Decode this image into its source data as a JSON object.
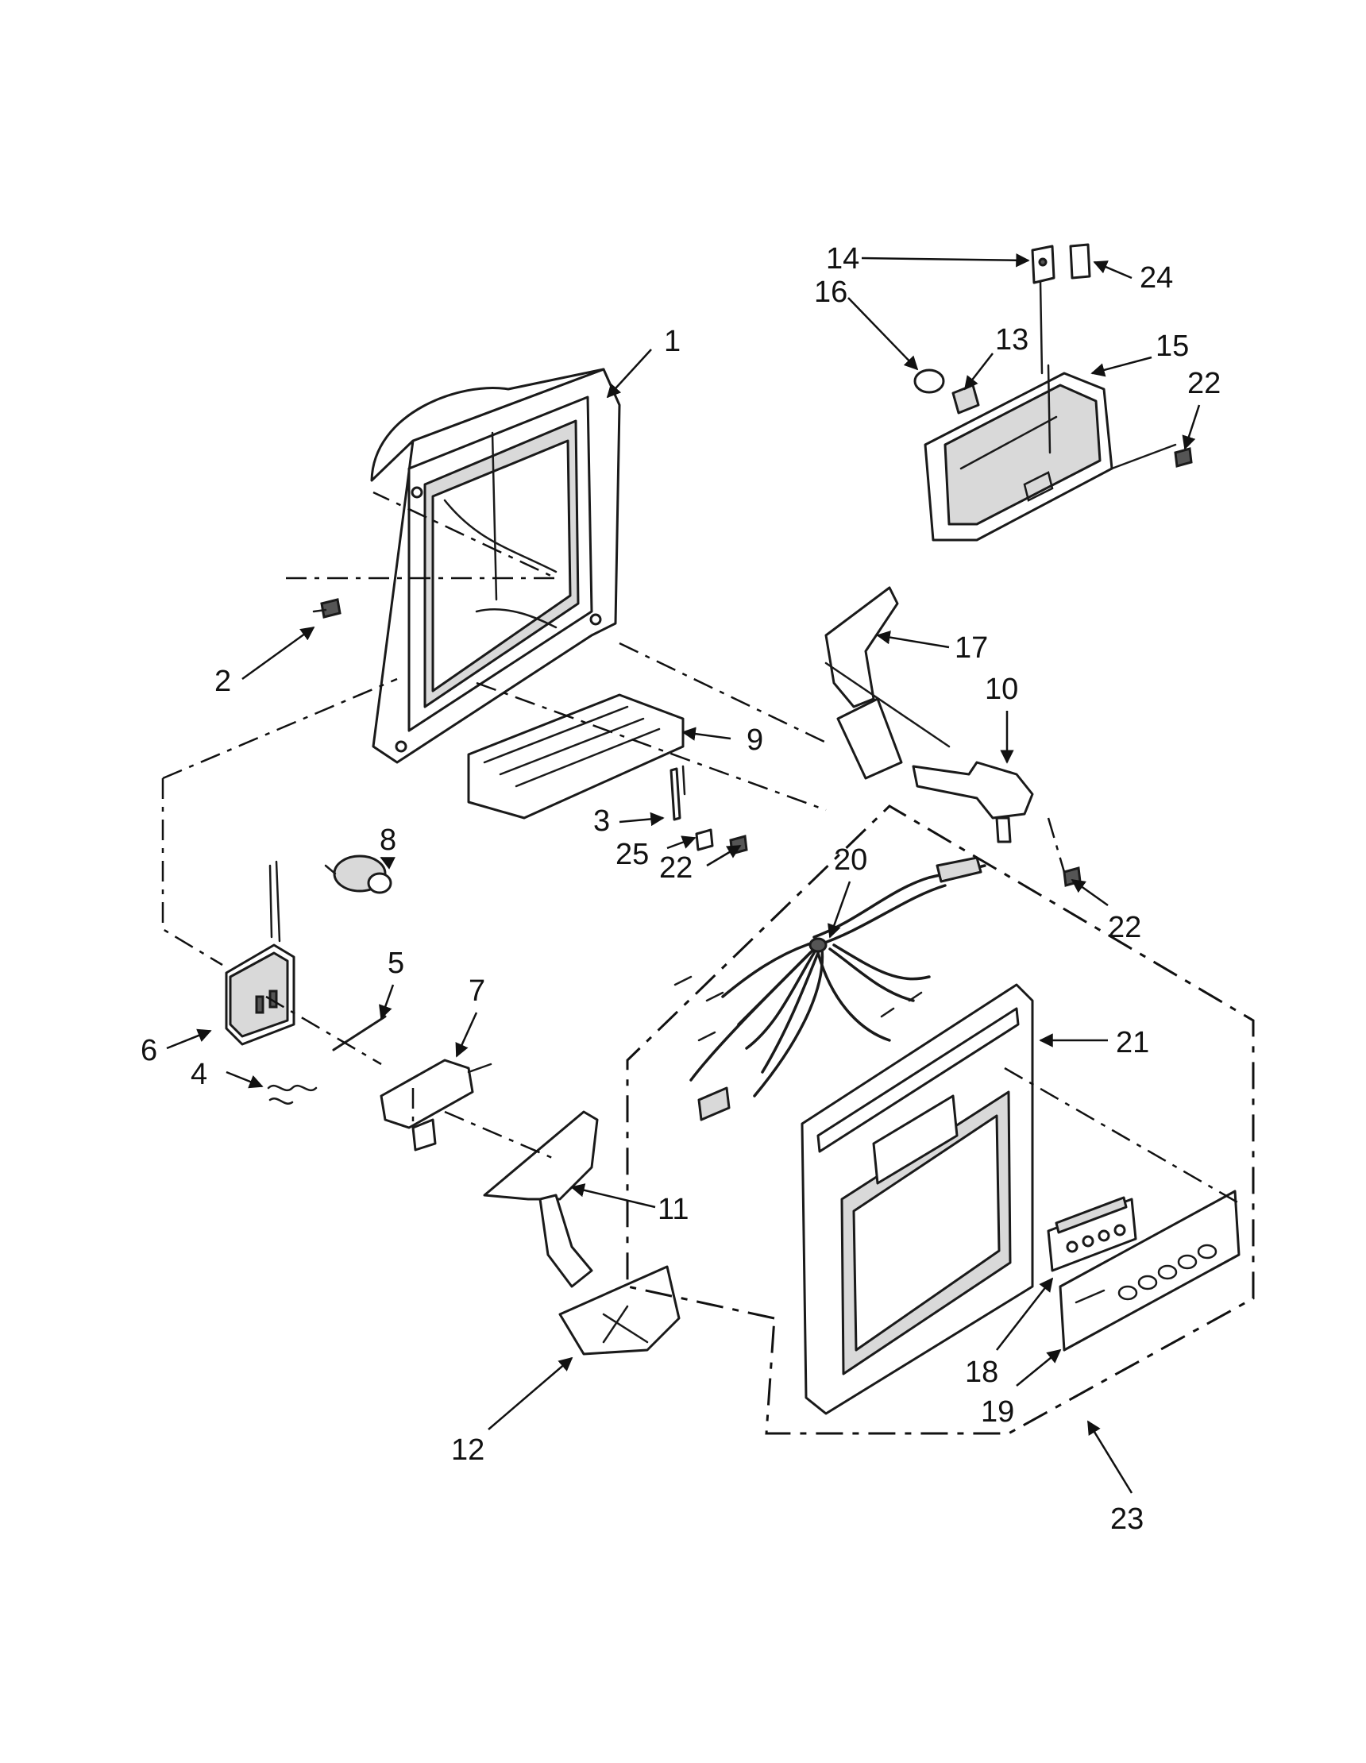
{
  "callouts": {
    "c1": "1",
    "c2": "2",
    "c3": "3",
    "c4": "4",
    "c5": "5",
    "c6": "6",
    "c7": "7",
    "c8": "8",
    "c9": "9",
    "c10": "10",
    "c11": "11",
    "c12": "12",
    "c13": "13",
    "c14": "14",
    "c15": "15",
    "c16": "16",
    "c17": "17",
    "c18": "18",
    "c19": "19",
    "c20": "20",
    "c21": "21",
    "c22a": "22",
    "c22b": "22",
    "c22c": "22",
    "c23": "23",
    "c24": "24",
    "c25": "25"
  }
}
